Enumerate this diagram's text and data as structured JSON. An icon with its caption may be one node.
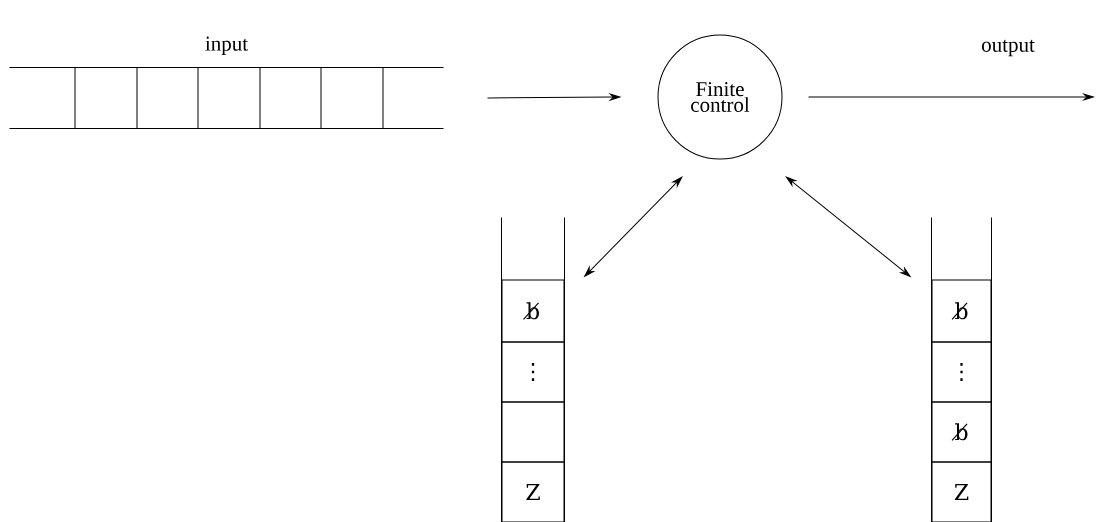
{
  "diagram": {
    "nodes": [
      {
        "text": [
          "input"
        ]
      },
      {
        "text": [
          "Finite control"
        ]
      },
      {
        "text": [],
        "shape": "box"
      },
      {
        "text": [
          "b̸"
        ],
        "in": 2
      },
      {
        "text": [
          "⋮"
        ],
        "in": 2
      },
      {
        "text": [],
        "shape": "box",
        "in": 2
      },
      {
        "text": [
          "Z"
        ],
        "in": 2
      },
      {
        "text": [],
        "shape": "box"
      },
      {
        "text": [
          "b̸"
        ],
        "in": 7
      },
      {
        "text": [
          "⋮"
        ],
        "in": 7
      },
      {
        "text": [
          "b̸"
        ],
        "in": 7
      },
      {
        "text": [
          "Z"
        ],
        "in": 7
      }
    ],
    "edges": [
      {
        "from": 0,
        "to": 1,
        "arrow": "to"
      },
      {
        "from": 1,
        "to": null,
        "arrow": "to",
        "label": "output"
      },
      {
        "from": 1,
        "to": 2,
        "arrow": "both"
      },
      {
        "from": 1,
        "to": 7,
        "arrow": "both"
      }
    ]
  }
}
